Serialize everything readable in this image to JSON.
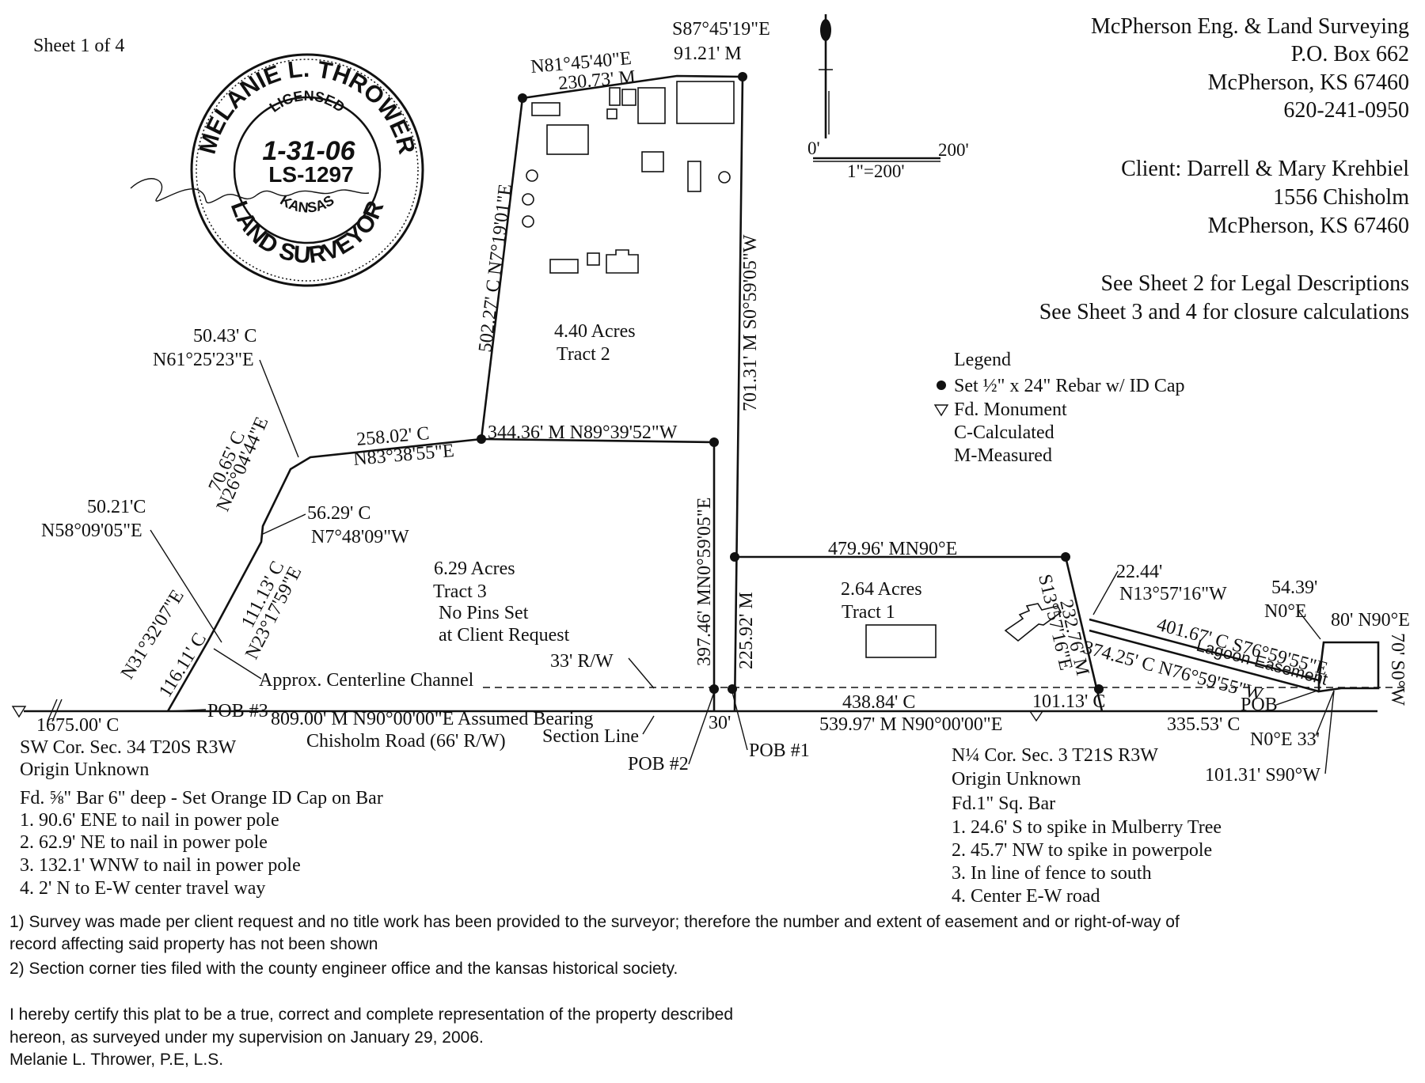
{
  "sheet": "Sheet 1 of 4",
  "firm": {
    "name": "McPherson Eng. & Land Surveying",
    "box": "P.O. Box 662",
    "city": "McPherson, KS 67460",
    "phone": "620-241-0950"
  },
  "client": {
    "line1": "Client:  Darrell & Mary Krehbiel",
    "line2": "1556 Chisholm",
    "line3": "McPherson, KS 67460"
  },
  "notes_top": {
    "sheet2": "See Sheet 2 for Legal Descriptions",
    "sheet34": "See Sheet 3 and 4 for closure calculations"
  },
  "scale": {
    "zero": "0'",
    "max": "200'",
    "ratio": "1\"=200'"
  },
  "legend": {
    "title": "Legend",
    "rebar": "Set ½\" x 24\" Rebar w/ ID Cap",
    "monument": "Fd. Monument",
    "calc": "C-Calculated",
    "meas": "M-Measured"
  },
  "seal": {
    "name": "MELANIE L. THROWER",
    "licensed": "LICENSED",
    "date": "1-31-06",
    "license": "LS-1297",
    "state": "KANSAS",
    "title": "LAND SURVEYOR"
  },
  "tracts": {
    "t2_acres": "4.40 Acres",
    "t2_name": "Tract 2",
    "t3_acres": "6.29 Acres",
    "t3_name": "Tract 3",
    "t3_note1": "No Pins Set",
    "t3_note2": "at Client Request",
    "t1_acres": "2.64 Acres",
    "t1_name": "Tract 1"
  },
  "labels": {
    "top_bearing": "S87°45'19\"E",
    "top_dist": "91.21' M",
    "nw_bearing": "N81°45'40\"E",
    "nw_dist": "230.73' M",
    "west_t2": "502.27' C N7°19'01\"E",
    "east_t2": "701.31' M S0°59'05\"W",
    "mid_line": "344.36' M N89°39'52\"W",
    "l258": "258.02' C",
    "l258b": "N83°38'55\"E",
    "l50_43": "50.43' C",
    "l50_43b": "N61°25'23\"E",
    "l70_65": "70.65' C",
    "l70_65b": "N26°04'44\"E",
    "l56_29": "56.29' C",
    "l56_29b": "N7°48'09\"W",
    "l50_21": "50.21'C",
    "l50_21b": "N58°09'05\"E",
    "l111": "111.13' C",
    "l111b": "N23°17'59\"E",
    "l116": "116.11' C",
    "l116b": "N31°32'07\"E",
    "channel": "Approx. Centerline Channel",
    "rw33": "33' R/W",
    "l397": "397.46' MN0°59'05\"E",
    "l225": "225.92' M",
    "l479": "479.96' MN90°E",
    "l232": "232.76' M",
    "l232b": "S13°57'16\"E",
    "l22_44": "22.44'",
    "l22_44b": "N13°57'16\"W",
    "l401": "401.67' C S76°59'55\"E",
    "lagoon": "Lagoon Easement",
    "l374": "374.25' C N76°59'55\"W",
    "l54_39": "54.39'",
    "l54_39b": "N0°E",
    "l80": "80' N90°E",
    "l70w": "70' S0°W",
    "pob": "POB",
    "l101_13": "101.13' C",
    "l438": "438.84' C",
    "l539": "539.97' M N90°00'00\"E",
    "l335": "335.53' C",
    "n0e33": "N0°E 33'",
    "l101_31": "101.31' S90°W",
    "l1675": "1675.00' C",
    "l809": "809.00' M N90°00'00\"E Assumed Bearing",
    "road": "Chisholm Road (66' R/W)",
    "section_line": "Section Line",
    "pob3": "POB #3",
    "pob2": "POB #2",
    "pob1": "POB #1",
    "w30": "30'"
  },
  "sw_corner": {
    "title": "SW Cor. Sec. 34 T20S R3W",
    "origin": "Origin Unknown",
    "found": "Fd. ⅝\" Bar 6\" deep - Set Orange ID Cap on Bar",
    "ties": [
      "1.  90.6' ENE to nail in power pole",
      "2.  62.9' NE to nail in power pole",
      "3.  132.1' WNW to nail in power pole",
      "4. 2' N to E-W center travel way"
    ]
  },
  "n_corner": {
    "title": "N¼ Cor. Sec. 3 T21S R3W",
    "origin": "Origin Unknown",
    "found": "Fd.1\" Sq. Bar",
    "ties": [
      "1.  24.6' S to spike in Mulberry Tree",
      "2.  45.7' NW to spike in powerpole",
      "3.  In line of fence to south",
      "4. Center E-W road"
    ]
  },
  "footnotes": [
    "1) Survey was made per client request and no title work has been provided to the surveyor; therefore the number and extent of easement and or right-of-way of",
    "record affecting said property has not been shown",
    "2) Section corner ties filed with the county engineer office and the kansas historical society."
  ],
  "certification": [
    "I hereby certify this plat to be a true, correct and complete representation of the property described",
    "hereon, as surveyed under my supervision on January 29, 2006.",
    "Melanie L. Thrower, P.E, L.S."
  ]
}
